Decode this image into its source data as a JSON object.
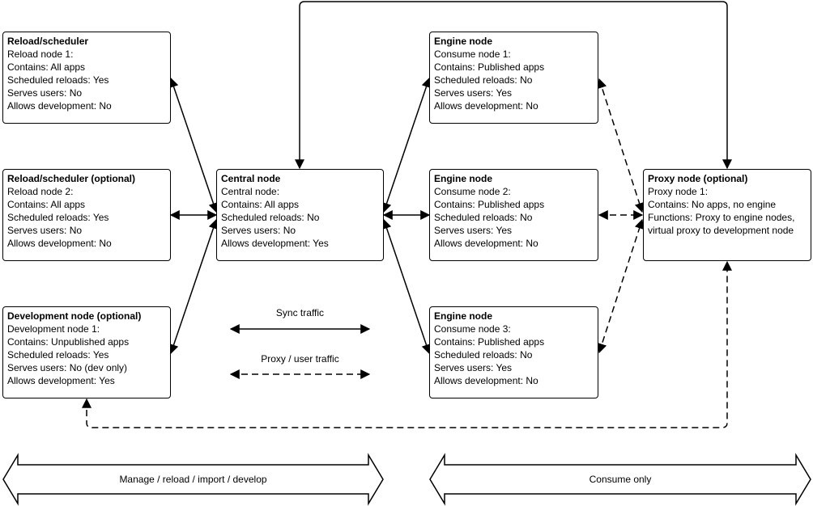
{
  "nodes": {
    "reload1": {
      "title": "Reload/scheduler",
      "lines": [
        "Reload node 1:",
        "Contains: All apps",
        "Scheduled reloads: Yes",
        "Serves users: No",
        "Allows development: No"
      ]
    },
    "reload2": {
      "title": "Reload/scheduler (optional)",
      "lines": [
        "Reload node 2:",
        "Contains: All apps",
        "Scheduled reloads: Yes",
        "Serves users: No",
        "Allows development: No"
      ]
    },
    "dev": {
      "title": "Development node (optional)",
      "lines": [
        "Development node 1:",
        "Contains: Unpublished apps",
        "Scheduled reloads: Yes",
        "Serves users: No (dev only)",
        "Allows development: Yes"
      ]
    },
    "central": {
      "title": "Central node",
      "lines": [
        "Central node:",
        "Contains: All apps",
        "Scheduled reloads: No",
        "Serves users: No",
        "Allows development: Yes"
      ]
    },
    "engine1": {
      "title": "Engine node",
      "lines": [
        "Consume node 1:",
        "Contains: Published apps",
        "Scheduled reloads: No",
        "Serves users: Yes",
        "Allows development: No"
      ]
    },
    "engine2": {
      "title": "Engine node",
      "lines": [
        "Consume node 2:",
        "Contains: Published apps",
        "Scheduled reloads: No",
        "Serves users: Yes",
        "Allows development: No"
      ]
    },
    "engine3": {
      "title": "Engine node",
      "lines": [
        "Consume node 3:",
        "Contains: Published apps",
        "Scheduled reloads: No",
        "Serves users: Yes",
        "Allows development: No"
      ]
    },
    "proxy": {
      "title": "Proxy node (optional)",
      "lines": [
        "Proxy node 1:",
        "Contains: No apps, no engine",
        "Functions: Proxy to engine nodes, virtual proxy to development node"
      ]
    }
  },
  "legend": {
    "sync": "Sync traffic",
    "proxy": "Proxy / user traffic"
  },
  "bands": {
    "left": "Manage / reload / import / develop",
    "right": "Consume only"
  }
}
